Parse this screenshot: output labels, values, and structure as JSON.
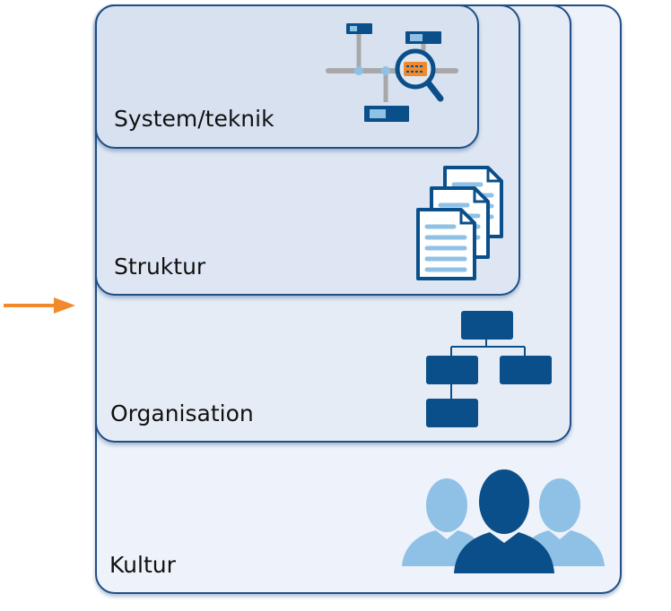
{
  "colors": {
    "layer_border": "#1f4f86",
    "icon_dark": "#0a4f8a",
    "icon_light": "#8fc1e6",
    "arrow": "#f08a2c",
    "network_line": "#a8a8a8"
  },
  "layers": [
    {
      "label": "System/teknik",
      "icon": "network-search-icon"
    },
    {
      "label": "Struktur",
      "icon": "documents-icon"
    },
    {
      "label": "Organisation",
      "icon": "org-chart-icon"
    },
    {
      "label": "Kultur",
      "icon": "people-group-icon"
    }
  ],
  "arrow": {
    "direction": "right"
  }
}
